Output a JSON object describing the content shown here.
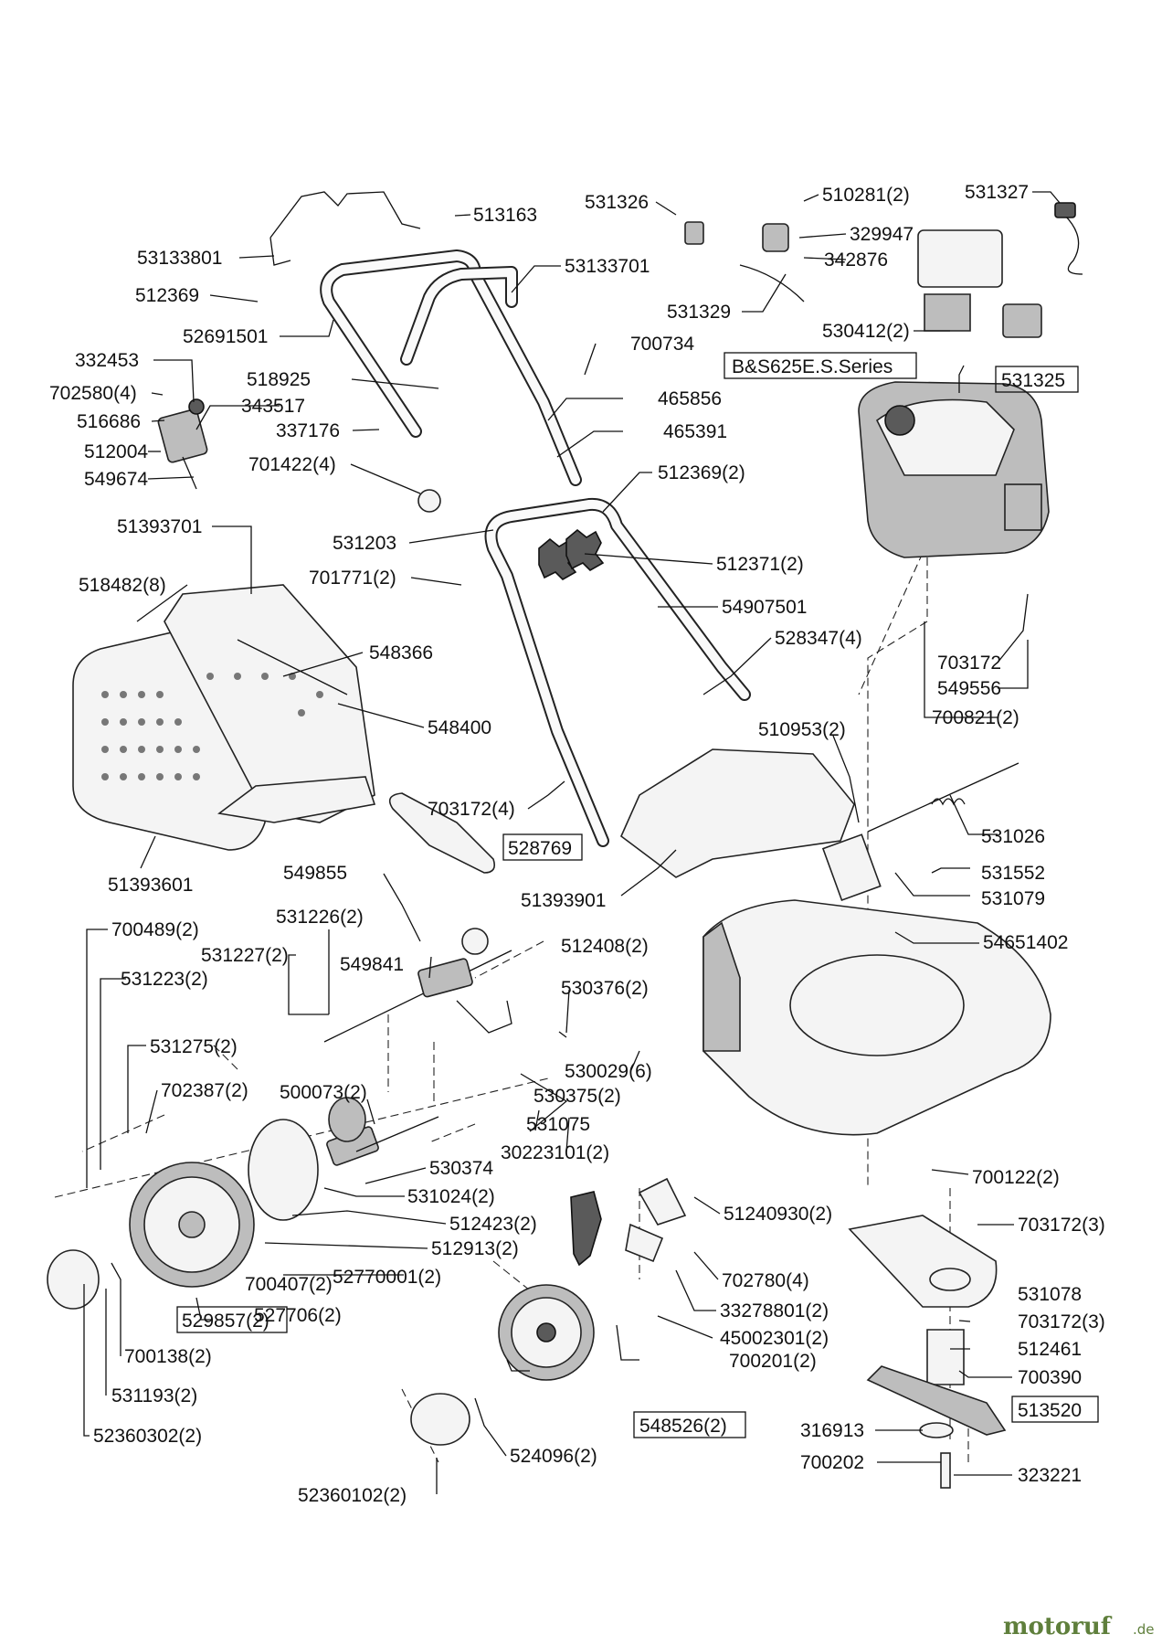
{
  "labels": [
    {
      "id": "513163",
      "text": "513163"
    },
    {
      "id": "53133801",
      "text": "53133801"
    },
    {
      "id": "53133701",
      "text": "53133701"
    },
    {
      "id": "512369",
      "text": "512369"
    },
    {
      "id": "52691501",
      "text": "52691501"
    },
    {
      "id": "332453",
      "text": "332453"
    },
    {
      "id": "702580",
      "text": "702580(4)"
    },
    {
      "id": "343517",
      "text": "343517"
    },
    {
      "id": "516686",
      "text": "516686"
    },
    {
      "id": "337176",
      "text": "337176"
    },
    {
      "id": "512004",
      "text": "512004"
    },
    {
      "id": "549674",
      "text": "549674"
    },
    {
      "id": "518925",
      "text": "518925"
    },
    {
      "id": "700734",
      "text": "700734"
    },
    {
      "id": "465856",
      "text": "465856"
    },
    {
      "id": "465391",
      "text": "465391"
    },
    {
      "id": "701422",
      "text": "701422(4)"
    },
    {
      "id": "512369b",
      "text": "512369(2)"
    },
    {
      "id": "531326",
      "text": "531326"
    },
    {
      "id": "510281",
      "text": "510281(2)"
    },
    {
      "id": "329947",
      "text": "329947"
    },
    {
      "id": "342876",
      "text": "342876"
    },
    {
      "id": "531329",
      "text": "531329"
    },
    {
      "id": "531327",
      "text": "531327"
    },
    {
      "id": "530412",
      "text": "530412(2)"
    },
    {
      "id": "51393701",
      "text": "51393701"
    },
    {
      "id": "531203",
      "text": "531203"
    },
    {
      "id": "518482",
      "text": "518482(8)"
    },
    {
      "id": "701771",
      "text": "701771(2)"
    },
    {
      "id": "512371",
      "text": "512371(2)"
    },
    {
      "id": "54907501",
      "text": "54907501"
    },
    {
      "id": "548366",
      "text": "548366"
    },
    {
      "id": "528347",
      "text": "528347(4)"
    },
    {
      "id": "548400",
      "text": "548400"
    },
    {
      "id": "703172a",
      "text": "703172"
    },
    {
      "id": "549556",
      "text": "549556"
    },
    {
      "id": "700821",
      "text": "700821(2)"
    },
    {
      "id": "510953",
      "text": "510953(2)"
    },
    {
      "id": "703172b",
      "text": "703172(4)"
    },
    {
      "id": "531026",
      "text": "531026"
    },
    {
      "id": "51393601",
      "text": "51393601"
    },
    {
      "id": "549855",
      "text": "549855"
    },
    {
      "id": "531552",
      "text": "531552"
    },
    {
      "id": "51393901",
      "text": "51393901"
    },
    {
      "id": "531079",
      "text": "531079"
    },
    {
      "id": "700489",
      "text": "700489(2)"
    },
    {
      "id": "531226",
      "text": "531226(2)"
    },
    {
      "id": "531227",
      "text": "531227(2)"
    },
    {
      "id": "549841",
      "text": "549841"
    },
    {
      "id": "531223",
      "text": "531223(2)"
    },
    {
      "id": "512408",
      "text": "512408(2)"
    },
    {
      "id": "54651402",
      "text": "54651402"
    },
    {
      "id": "530376",
      "text": "530376(2)"
    },
    {
      "id": "531275",
      "text": "531275(2)"
    },
    {
      "id": "530029",
      "text": "530029(6)"
    },
    {
      "id": "702387",
      "text": "702387(2)"
    },
    {
      "id": "500073",
      "text": "500073(2)"
    },
    {
      "id": "530375",
      "text": "530375(2)"
    },
    {
      "id": "531075",
      "text": "531075"
    },
    {
      "id": "30223101",
      "text": "30223101(2)"
    },
    {
      "id": "530374",
      "text": "530374"
    },
    {
      "id": "700122",
      "text": "700122(2)"
    },
    {
      "id": "531024",
      "text": "531024(2)"
    },
    {
      "id": "512423",
      "text": "512423(2)"
    },
    {
      "id": "51240930",
      "text": "51240930(2)"
    },
    {
      "id": "703172c",
      "text": "703172(3)"
    },
    {
      "id": "512913",
      "text": "512913(2)"
    },
    {
      "id": "52770001",
      "text": "52770001(2)"
    },
    {
      "id": "700407",
      "text": "700407(2)"
    },
    {
      "id": "702780",
      "text": "702780(4)"
    },
    {
      "id": "531078",
      "text": "531078"
    },
    {
      "id": "527706",
      "text": "527706(2)"
    },
    {
      "id": "33278801",
      "text": "33278801(2)"
    },
    {
      "id": "703172d",
      "text": "703172(3)"
    },
    {
      "id": "45002301",
      "text": "45002301(2)"
    },
    {
      "id": "512461",
      "text": "512461"
    },
    {
      "id": "700138",
      "text": "700138(2)"
    },
    {
      "id": "700201",
      "text": "700201(2)"
    },
    {
      "id": "700390",
      "text": "700390"
    },
    {
      "id": "531193",
      "text": "531193(2)"
    },
    {
      "id": "316913",
      "text": "316913"
    },
    {
      "id": "52360302",
      "text": "52360302(2)"
    },
    {
      "id": "700202",
      "text": "700202"
    },
    {
      "id": "323221",
      "text": "323221"
    },
    {
      "id": "524096",
      "text": "524096(2)"
    },
    {
      "id": "52360102",
      "text": "52360102(2)"
    }
  ],
  "boxed_labels": [
    {
      "id": "531325",
      "text": "531325"
    },
    {
      "id": "bs",
      "text": "B&S625E.S.Series"
    },
    {
      "id": "528769",
      "text": "528769"
    },
    {
      "id": "529857",
      "text": "529857(2)"
    },
    {
      "id": "548526",
      "text": "548526(2)"
    },
    {
      "id": "513520",
      "text": "513520"
    }
  ],
  "watermark": {
    "brand": "motoruf",
    "suffix": ".de"
  }
}
